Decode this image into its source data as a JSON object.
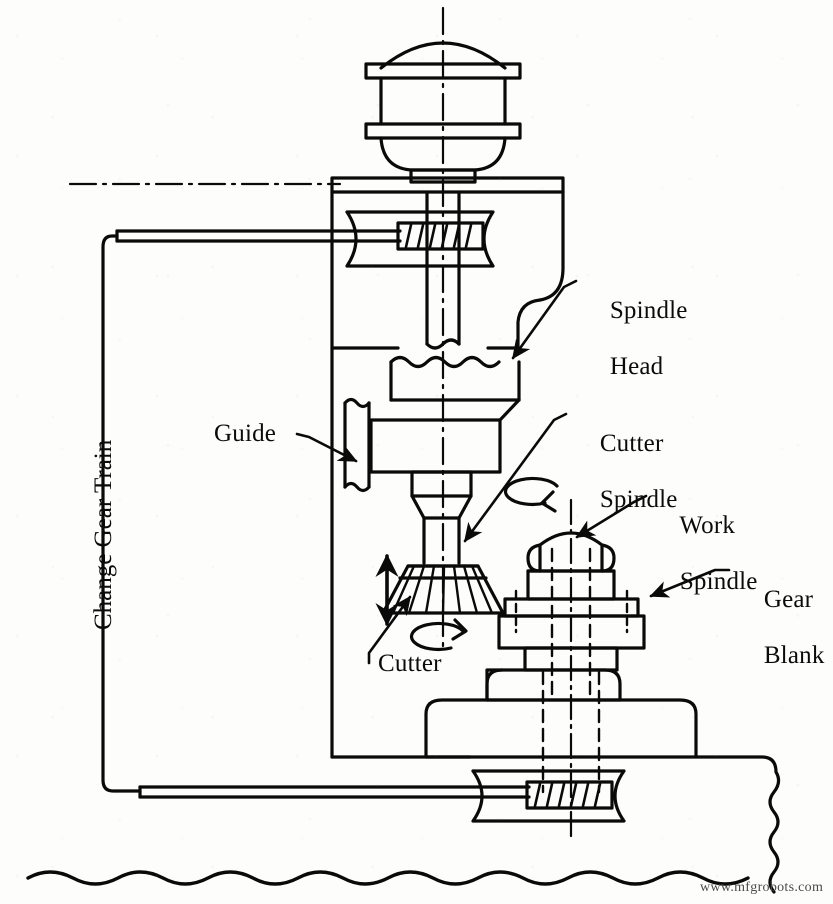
{
  "diagram": {
    "title": "Gear Hobbing Machine Schematic",
    "subject": "gear-hobbing-machine",
    "ink_color": "#0a0a0a",
    "paper_color": "#fdfdfc",
    "labels": {
      "change_gear_train": "Change Gear Train",
      "spindle_head_line1": "Spindle",
      "spindle_head_line2": "Head",
      "guide": "Guide",
      "cutter_spindle_line1": "Cutter",
      "cutter_spindle_line2": "Spindle",
      "work_spindle_line1": "Work",
      "work_spindle_line2": "Spindle",
      "gear_blank_line1": "Gear",
      "gear_blank_line2": "Blank",
      "cutter": "Cutter"
    },
    "watermark": "www.mfgrobots.com",
    "components": [
      {
        "name": "drive-motor",
        "description": "domed motor with two flanges atop the column"
      },
      {
        "name": "column",
        "description": "vertical machine column"
      },
      {
        "name": "upper-worm-gear",
        "description": "worm and worm wheel mesh in spindle head"
      },
      {
        "name": "spindle-head",
        "description": "head carrying the cutter spindle"
      },
      {
        "name": "guide",
        "description": "vertical slide guide block on column"
      },
      {
        "name": "cutter-spindle",
        "description": "spindle holding the hob cutter"
      },
      {
        "name": "cutter",
        "description": "conical hob cutter"
      },
      {
        "name": "work-spindle",
        "description": "rotating work spindle with clamp nut"
      },
      {
        "name": "gear-blank",
        "description": "workpiece blank mounted on work spindle"
      },
      {
        "name": "table",
        "description": "machine table/base supporting the work spindle"
      },
      {
        "name": "lower-worm-gear",
        "description": "worm and worm wheel mesh driving the table"
      },
      {
        "name": "change-gear-train",
        "description": "bracket linking upper and lower worm shafts"
      }
    ],
    "motion_indicators": [
      {
        "name": "cutter-vertical-feed-arrow",
        "type": "double-headed-vertical-arrow"
      },
      {
        "name": "cutter-rotation-arrow",
        "type": "circular-rotation-arrow"
      },
      {
        "name": "work-spindle-rotation-arrow",
        "type": "circular-rotation-arrow"
      }
    ]
  }
}
